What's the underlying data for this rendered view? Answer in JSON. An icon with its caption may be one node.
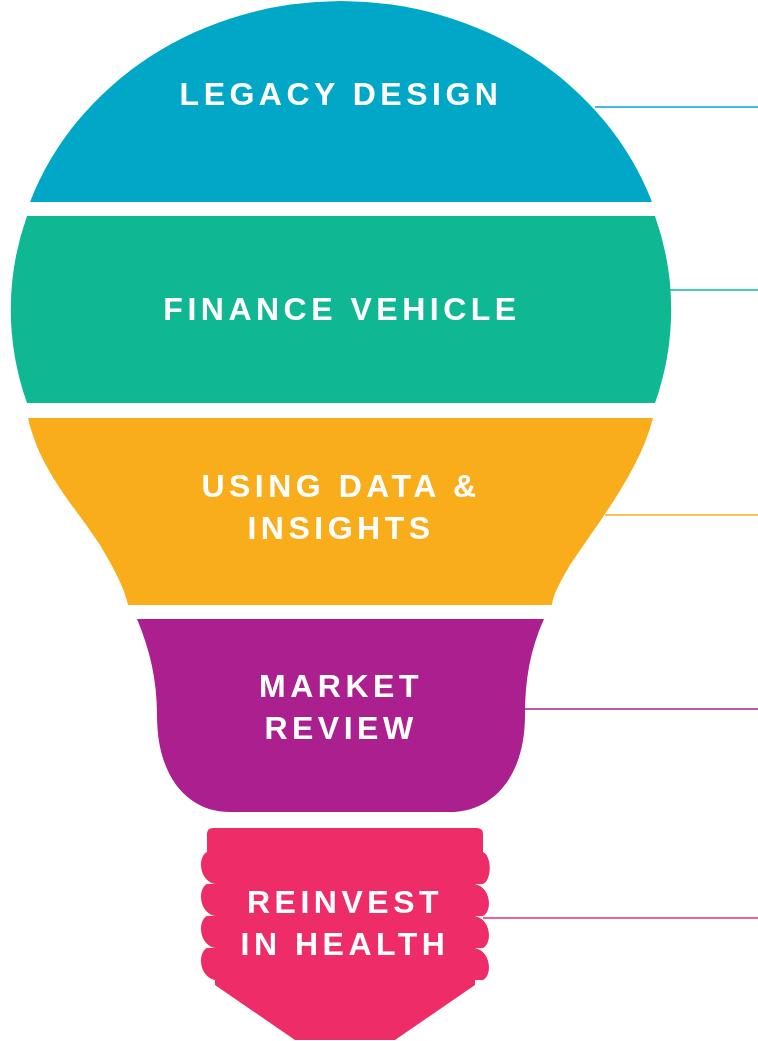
{
  "diagram": {
    "nodes": [
      {
        "text": [
          "LEGACY DESIGN"
        ]
      },
      {
        "text": [
          "FINANCE VEHICLE"
        ]
      },
      {
        "text": [
          "USING DATA & INSIGHTS"
        ]
      },
      {
        "text": [
          "MARKET REVIEW"
        ]
      },
      {
        "text": [
          "REINVEST IN HEALTH"
        ]
      }
    ],
    "edges": [
      {
        "from": 0,
        "to": null,
        "arrow": "none",
        "color": "#00a7c7"
      },
      {
        "from": 1,
        "to": null,
        "arrow": "none",
        "color": "#10b793"
      },
      {
        "from": 2,
        "to": null,
        "arrow": "none",
        "color": "#f9ad1a"
      },
      {
        "from": 3,
        "to": null,
        "arrow": "none",
        "color": "#ab1f8f"
      },
      {
        "from": 4,
        "to": null,
        "arrow": "none",
        "color": "#ee2c68"
      }
    ]
  }
}
